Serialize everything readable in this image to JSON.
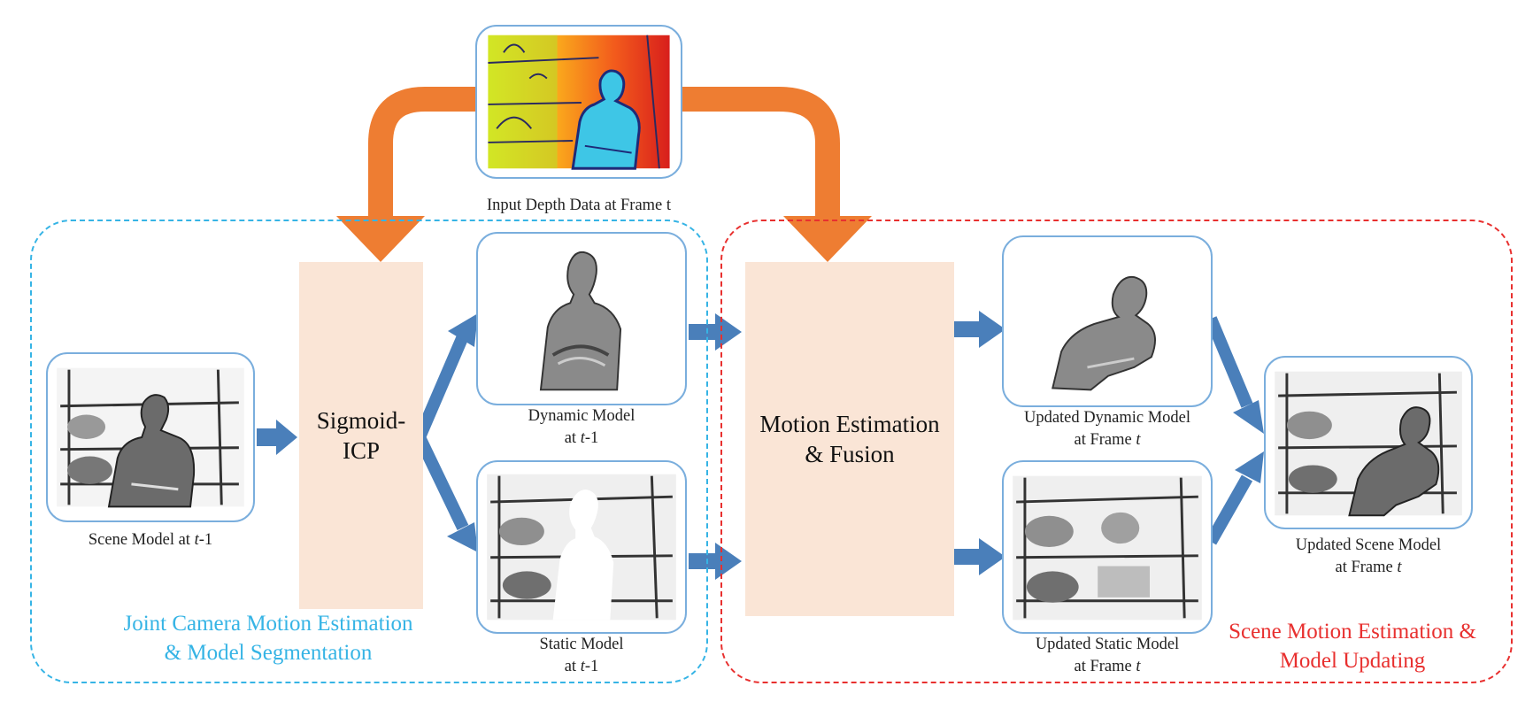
{
  "colors": {
    "left_region": "#36b4e5",
    "right_region": "#e8302f",
    "feedback_arrow": "#ee7d32",
    "flow_arrow": "#4a7fba",
    "block_fill": "#fae5d6",
    "card_border": "#7aaedd"
  },
  "top": {
    "caption": "Input Depth Data at Frame t"
  },
  "blocks": {
    "sigmoid_icp": "Sigmoid-\nICP",
    "motion_fusion": "Motion Estimation\n& Fusion"
  },
  "cards": {
    "scene_prev": {
      "caption_pre": "Scene Model at ",
      "caption_var": "t",
      "caption_post": "-1"
    },
    "dynamic_prev": {
      "line1": "Dynamic  Model",
      "line2_pre": "at ",
      "line2_var": "t",
      "line2_post": "-1"
    },
    "static_prev": {
      "line1": "Static  Model",
      "line2_pre": "at ",
      "line2_var": "t",
      "line2_post": "-1"
    },
    "updated_dynamic": {
      "line1": "Updated Dynamic Model",
      "line2_pre": "at Frame ",
      "line2_var": "t"
    },
    "updated_static": {
      "line1": "Updated Static  Model",
      "line2_pre": "at Frame ",
      "line2_var": "t"
    },
    "updated_scene": {
      "line1": "Updated Scene Model",
      "line2_pre": "at Frame ",
      "line2_var": "t"
    }
  },
  "regions": {
    "left_label_line1": "Joint Camera Motion Estimation",
    "left_label_line2": "& Model Segmentation",
    "right_label_line1": "Scene Motion Estimation &",
    "right_label_line2": "Model Updating"
  }
}
